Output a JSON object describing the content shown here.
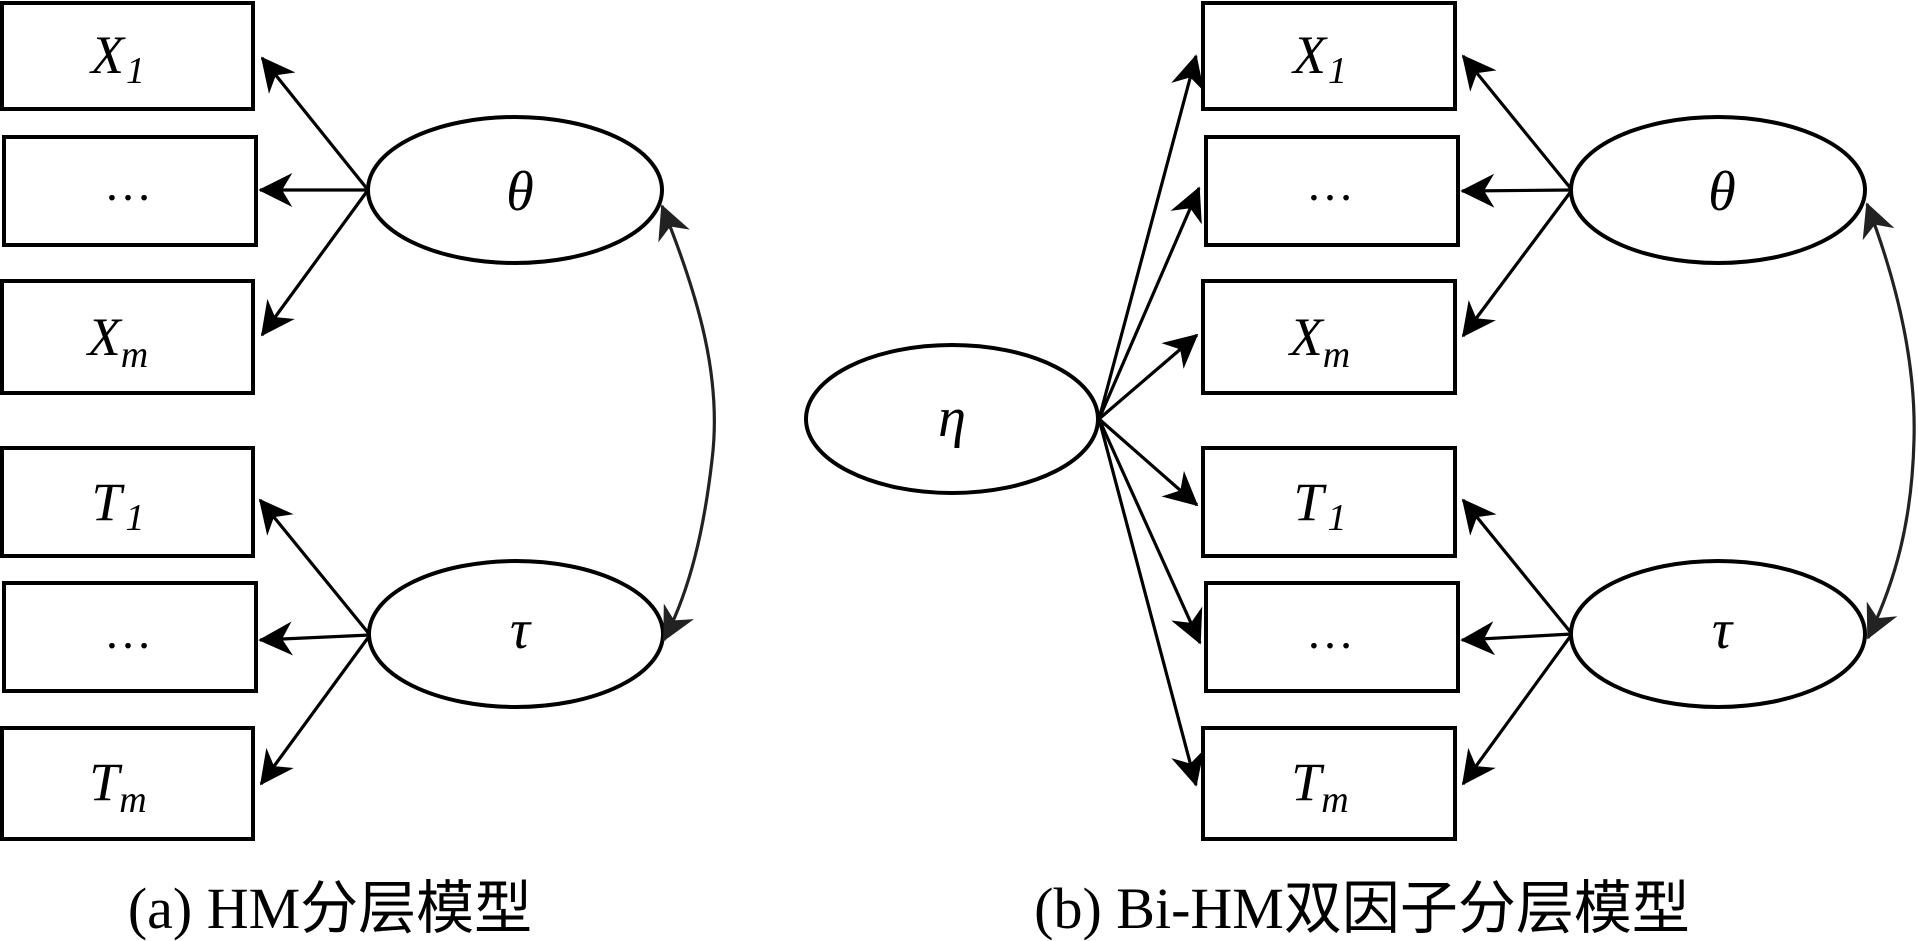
{
  "panels": [
    {
      "id": "a",
      "caption": "(a) HM分层模型",
      "observed": [
        {
          "label": "X",
          "subscript": "1",
          "italic_sub": false,
          "loads_on": [
            "theta"
          ]
        },
        {
          "label": "…",
          "subscript": "",
          "italic_sub": false,
          "loads_on": [
            "theta"
          ]
        },
        {
          "label": "X",
          "subscript": "m",
          "italic_sub": true,
          "loads_on": [
            "theta"
          ]
        },
        {
          "label": "T",
          "subscript": "1",
          "italic_sub": false,
          "loads_on": [
            "tau"
          ]
        },
        {
          "label": "…",
          "subscript": "",
          "italic_sub": false,
          "loads_on": [
            "tau"
          ]
        },
        {
          "label": "T",
          "subscript": "m",
          "italic_sub": true,
          "loads_on": [
            "tau"
          ]
        }
      ],
      "latent": [
        {
          "key": "theta",
          "label": "θ"
        },
        {
          "key": "tau",
          "label": "τ"
        }
      ],
      "correlations": [
        [
          "theta",
          "tau"
        ]
      ]
    },
    {
      "id": "b",
      "caption": "(b) Bi-HM双因子分层模型",
      "observed": [
        {
          "label": "X",
          "subscript": "1",
          "italic_sub": false,
          "loads_on": [
            "theta",
            "eta"
          ]
        },
        {
          "label": "…",
          "subscript": "",
          "italic_sub": false,
          "loads_on": [
            "theta",
            "eta"
          ]
        },
        {
          "label": "X",
          "subscript": "m",
          "italic_sub": true,
          "loads_on": [
            "theta",
            "eta"
          ]
        },
        {
          "label": "T",
          "subscript": "1",
          "italic_sub": false,
          "loads_on": [
            "tau",
            "eta"
          ]
        },
        {
          "label": "…",
          "subscript": "",
          "italic_sub": false,
          "loads_on": [
            "tau",
            "eta"
          ]
        },
        {
          "label": "T",
          "subscript": "m",
          "italic_sub": true,
          "loads_on": [
            "tau",
            "eta"
          ]
        }
      ],
      "latent": [
        {
          "key": "eta",
          "label": "η"
        },
        {
          "key": "theta",
          "label": "θ"
        },
        {
          "key": "tau",
          "label": "τ"
        }
      ],
      "correlations": [
        [
          "theta",
          "tau"
        ]
      ]
    }
  ]
}
